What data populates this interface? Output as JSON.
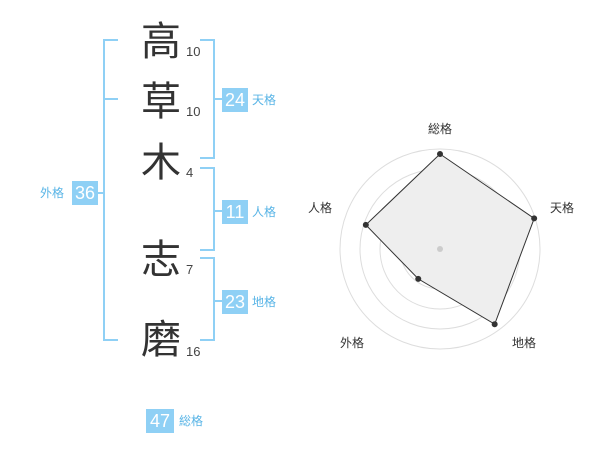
{
  "name": {
    "chars": [
      {
        "char": "高",
        "strokes": "10"
      },
      {
        "char": "草",
        "strokes": "10"
      },
      {
        "char": "木",
        "strokes": "4"
      },
      {
        "char": "志",
        "strokes": "7"
      },
      {
        "char": "磨",
        "strokes": "16"
      }
    ]
  },
  "fortune": {
    "tenkaku": {
      "value": "24",
      "label": "天格"
    },
    "jinkaku": {
      "value": "11",
      "label": "人格"
    },
    "chikaku": {
      "value": "23",
      "label": "地格"
    },
    "gaikaku": {
      "value": "36",
      "label": "外格"
    },
    "soukaku": {
      "value": "47",
      "label": "総格"
    }
  },
  "colors": {
    "bracket": "#8fd0f5",
    "badge_bg": "#8fd0f5",
    "badge_label": "#58b4e6",
    "radar_fill": "#eeeeee",
    "radar_line": "#333333"
  },
  "chart_data": {
    "type": "radar",
    "axes": [
      "総格",
      "天格",
      "地格",
      "外格",
      "人格"
    ],
    "values": [
      0.95,
      0.99,
      0.93,
      0.37,
      0.78
    ],
    "range": [
      0,
      1
    ],
    "rings": 5
  }
}
